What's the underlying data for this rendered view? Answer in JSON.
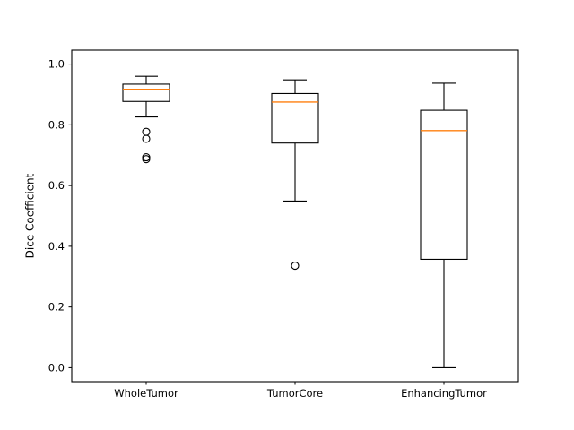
{
  "chart_data": {
    "type": "box",
    "title": "",
    "xlabel": "",
    "ylabel": "Dice Coefficient",
    "ylim": [
      -0.046,
      1.046
    ],
    "xlim": [
      0.5,
      3.5
    ],
    "grid": false,
    "legend": null,
    "ytick_labels": [
      "0.0",
      "0.2",
      "0.4",
      "0.6",
      "0.8",
      "1.0"
    ],
    "ytick_values": [
      0.0,
      0.2,
      0.4,
      0.6,
      0.8,
      1.0
    ],
    "categories": [
      "WholeTumor",
      "TumorCore",
      "EnhancingTumor"
    ],
    "boxes": [
      {
        "category": "WholeTumor",
        "whisker_low": 0.826,
        "q1": 0.877,
        "median": 0.917,
        "q3": 0.934,
        "whisker_high": 0.96,
        "outliers": [
          0.777,
          0.754,
          0.693,
          0.687
        ]
      },
      {
        "category": "TumorCore",
        "whisker_low": 0.549,
        "q1": 0.74,
        "median": 0.875,
        "q3": 0.903,
        "whisker_high": 0.948,
        "outliers": [
          0.336
        ]
      },
      {
        "category": "EnhancingTumor",
        "whisker_low": 0.0,
        "q1": 0.357,
        "median": 0.781,
        "q3": 0.848,
        "whisker_high": 0.937,
        "outliers": []
      }
    ],
    "colors": {
      "median": "#ff7f0e",
      "box": "#000000",
      "whisker": "#000000",
      "flier": "#000000",
      "background": "#ffffff"
    }
  },
  "axes": {
    "ylabel": "Dice Coefficient"
  }
}
